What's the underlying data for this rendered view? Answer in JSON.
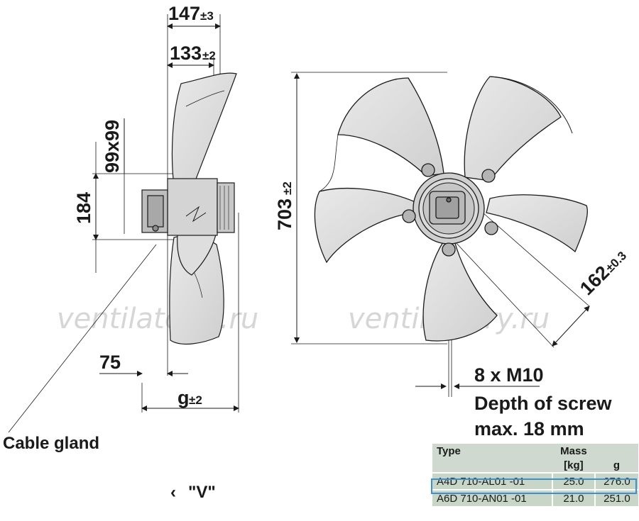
{
  "dimensions": {
    "d147": "147",
    "d147_tol": "±3",
    "d133": "133",
    "d133_tol": "±2",
    "d99x99": "99x99",
    "d184": "184",
    "d703": "703",
    "d703_tol": "±2",
    "d162": "162",
    "d162_tol": "±0.3",
    "d75": "75",
    "dg": "g",
    "dg_tol": "±2"
  },
  "labels": {
    "cable_gland": "Cable gland",
    "view_marker": "\"V\"",
    "view_arrow": "‹",
    "screw_line1": "8 x M10",
    "screw_line2": "Depth of screw",
    "screw_line3": "max. 18 mm"
  },
  "watermark": "ventilatorry.ru",
  "table": {
    "headers": {
      "type": "Type",
      "mass": "Mass",
      "mass_unit": "[kg]",
      "g": "g"
    },
    "rows": [
      {
        "type": "A4D 710-AL01 -01",
        "mass": "25.0",
        "g": "276.0",
        "selected": true
      },
      {
        "type": "A6D 710-AN01 -01",
        "mass": "21.0",
        "g": "251.0",
        "selected": false
      }
    ],
    "selection_color": "#3f8fcf",
    "row_color": "#c7d6c7"
  }
}
